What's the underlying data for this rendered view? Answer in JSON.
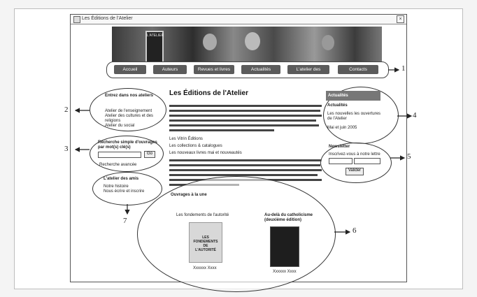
{
  "window": {
    "title": "Les Éditions de l'Atelier"
  },
  "banner": {
    "logo_text": "L'ATELIER"
  },
  "nav": {
    "items": [
      "Accueil",
      "Auteurs",
      "Revues et livres",
      "Actualités",
      "L'atelier des",
      "Contacts"
    ]
  },
  "left": {
    "rubriques": {
      "title": "Entrez dans nos ateliers",
      "lines": [
        "Atelier de l'enseignement",
        "Atelier des cultures et des religions",
        "Atelier du social"
      ]
    },
    "search": {
      "title": "Recherche simple d'ouvrages par mot(s) clé(s)",
      "button": "Go",
      "advanced": "Recherche avancée"
    },
    "atelier": {
      "title": "L'atelier des amis",
      "lines": [
        "Notre histoire",
        "Nous écrire et inscrire"
      ]
    }
  },
  "main": {
    "title": "Les Éditions de l'Atelier",
    "links": [
      "Les Vitrin Éditions",
      "Les collections & catalogues",
      "Les nouveaux livres mai et nouveautés"
    ],
    "featured_heading": "Ouvrages à la une",
    "books": [
      {
        "title": "Les fondements de l'autorité",
        "cover_text": "LES FONDEMENTS DE L'AUTORITÉ",
        "author": "Xxxxxx Xxxx"
      },
      {
        "title": "Au-delà du catholicisme (deuxième édition)",
        "author": "Xxxxxx Xxxx"
      }
    ]
  },
  "right": {
    "news_header": "Actualités",
    "news_sub": "Actualités",
    "news_line": "Les nouvelles les ouvertures de l'Atelier",
    "news_date": "Mai et juin 2005",
    "newsletter": {
      "title": "Newsletter",
      "line": "Inscrivez-vous à notre lettre",
      "button": "Valider"
    }
  },
  "callouts": [
    "1",
    "2",
    "3",
    "4",
    "5",
    "6",
    "7"
  ]
}
